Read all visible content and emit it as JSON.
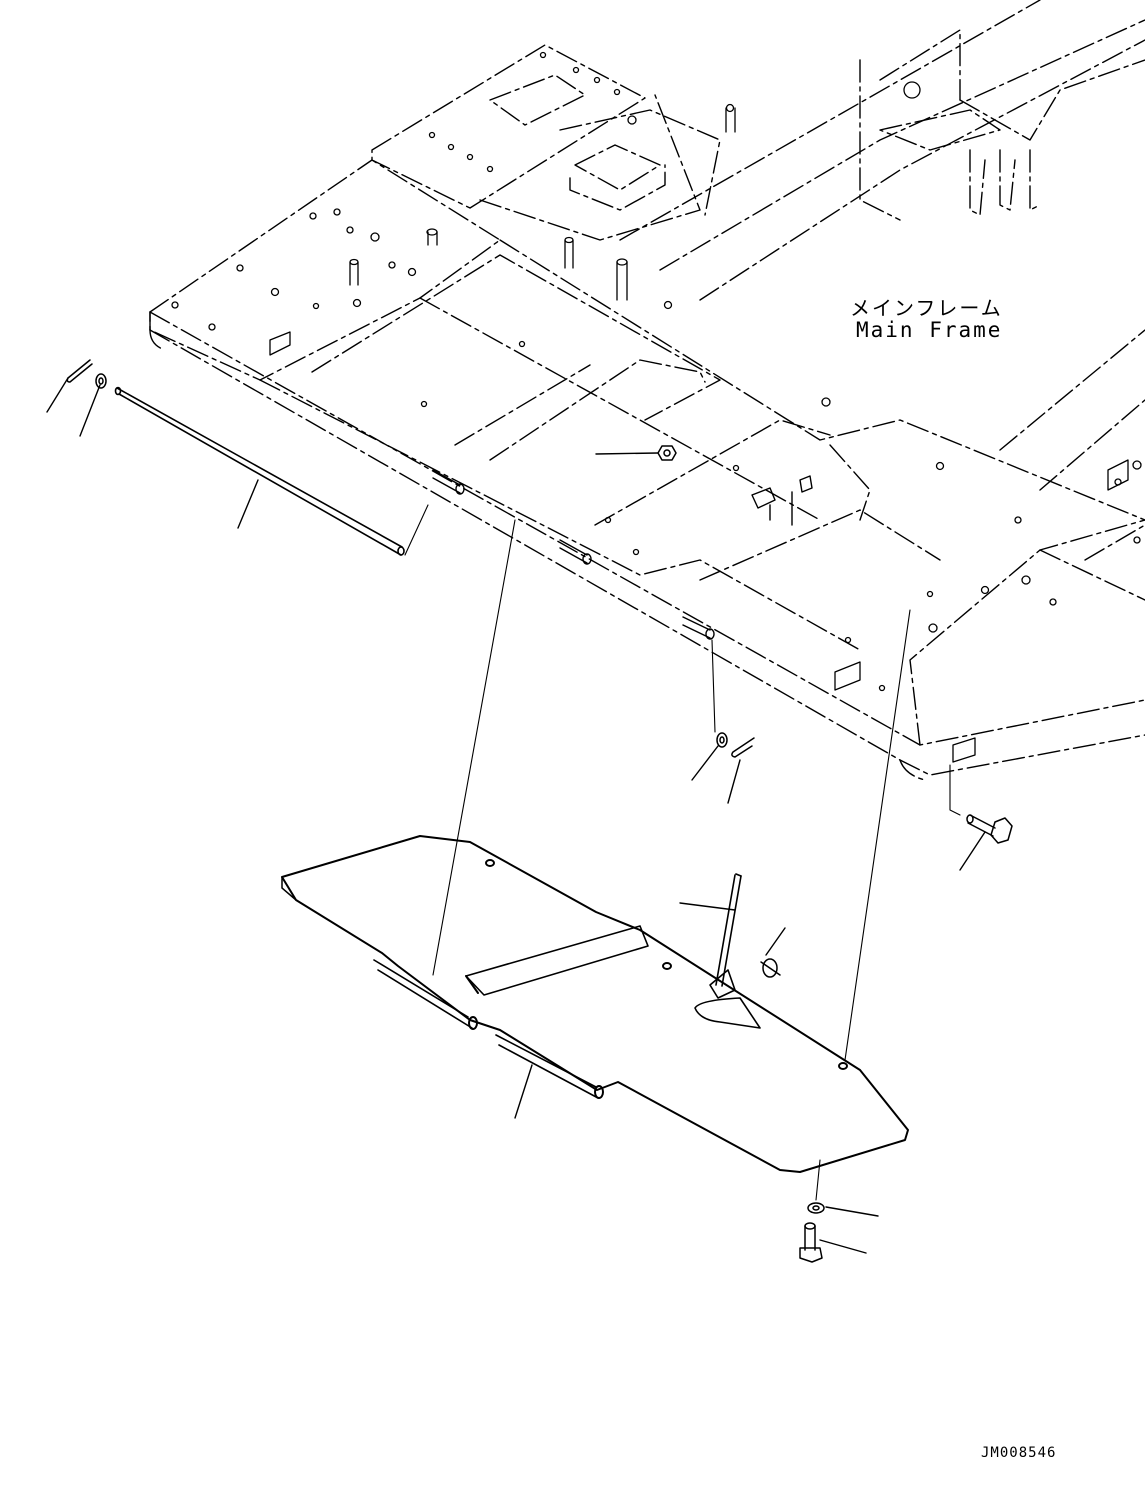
{
  "callout": {
    "name_jp": "メインフレーム",
    "name_en": "Main Frame"
  },
  "drawing_number": "JM008546",
  "colors": {
    "line": "#000000",
    "background": "#ffffff"
  }
}
